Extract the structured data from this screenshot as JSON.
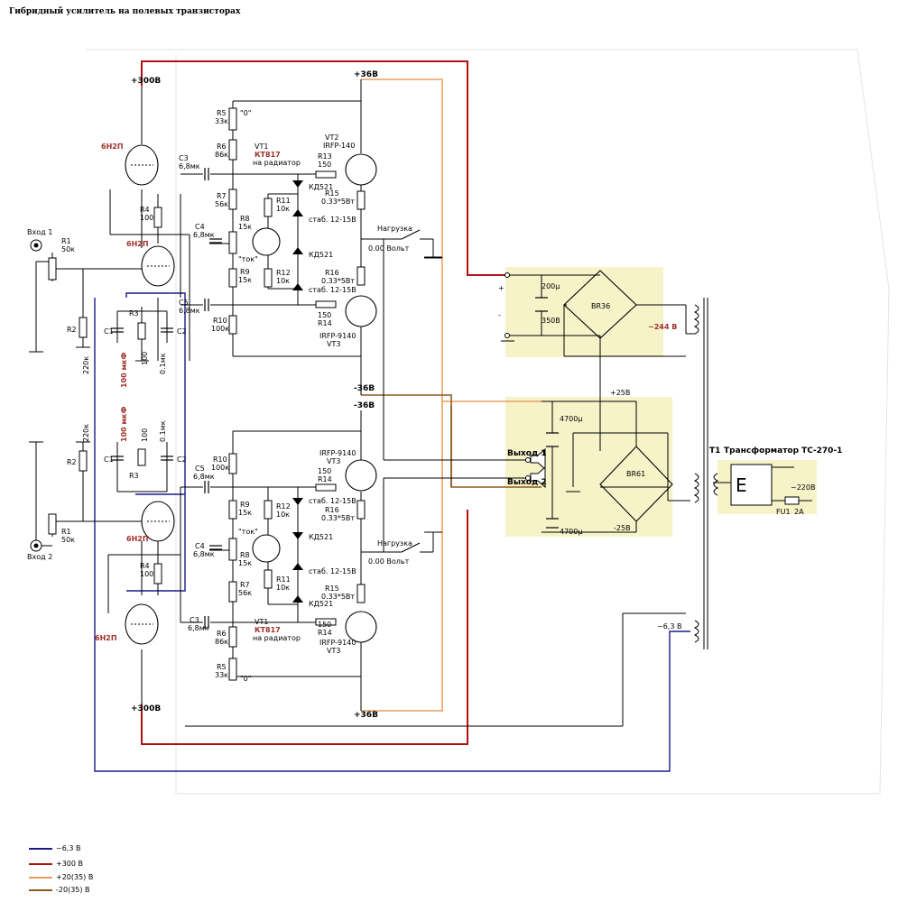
{
  "title": "Гибридный усилитель на полевых транзисторах",
  "colors": {
    "filament": "#1a1a8a",
    "hv": "#b01010",
    "pos": "#e8a060",
    "neg": "#8a5a20",
    "yellow": "#f6f3c8"
  },
  "channel1": {
    "input": "Вход 1",
    "tube1": "6Н2П",
    "tube2": "6Н2П",
    "r1": "R1",
    "r1v": "50к",
    "r2": "R2",
    "r2v": "220к",
    "r3": "R3",
    "r3v": "100",
    "r4": "R4",
    "r4v": "100",
    "c1": "C1",
    "c1v": "100 мкФ",
    "c2": "C2",
    "c2v": "0.1мк",
    "c3": "C3",
    "c3v": "6,8мк",
    "c4": "C4",
    "c4v": "6,8мк",
    "c5": "C5",
    "c5v": "6,8мк",
    "r5": "R5",
    "r5v": "33к",
    "r5z": "\"0\"",
    "r6": "R6",
    "r6v": "86к",
    "r7": "R7",
    "r7v": "56к",
    "r8": "R8",
    "r8v": "15к",
    "r8t": "\"ток\"",
    "r9": "R9",
    "r9v": "15к",
    "r10": "R10",
    "r10v": "100к",
    "r11": "R11",
    "r11v": "10к",
    "r12": "R12",
    "r12v": "10к",
    "r13": "R13",
    "r13v": "150",
    "r14": "R14",
    "r14v": "150",
    "r15": "R15",
    "r15v": "0.33*5Вт",
    "r16": "R16",
    "r16v": "0.33*5Вт",
    "vt1": "VT1",
    "vt1p": "КТ817",
    "vt1n": "на радиатор",
    "vt2": "VT2",
    "vt2p": "IRFP-140",
    "vt3": "VT3",
    "vt3p": "IRFP-9140",
    "d1": "КД521",
    "d2": "КД521",
    "z1": "стаб. 12-15В",
    "z2": "стаб. 12-15В",
    "load": "Нагрузка",
    "zero": "0.00 Вольт",
    "hv": "+300В",
    "vp": "+36В",
    "vn": "-36В"
  },
  "channel2": {
    "input": "Вход 2",
    "tube1": "6Н2П",
    "tube2": "6Н2П",
    "r1": "R1",
    "r1v": "50к",
    "r2": "R2",
    "r2v": "220к",
    "r3": "R3",
    "r3v": "100",
    "r4": "R4",
    "r4v": "100",
    "c1": "C1",
    "c1v": "100 мкФ",
    "c2": "C2",
    "c2v": "0.1мк",
    "c3": "C3",
    "c3v": "6,8мк",
    "c4": "C4",
    "c4v": "6,8мк",
    "c5": "C5",
    "c5v": "6,8мк",
    "r5": "R5",
    "r5v": "33к",
    "r5z": "\"0\"",
    "r6": "R6",
    "r6v": "86к",
    "r7": "R7",
    "r7v": "56к",
    "r8": "R8",
    "r8v": "15к",
    "r8t": "\"ток\"",
    "r9": "R9",
    "r9v": "15к",
    "r10": "R10",
    "r10v": "100к",
    "r11": "R11",
    "r11v": "10к",
    "r12": "R12",
    "r12v": "10к",
    "r14": "R14",
    "r14v": "150",
    "r14b": "R14",
    "r14bv": "150",
    "r15": "R15",
    "r15v": "0.33*5Вт",
    "r16": "R16",
    "r16v": "0.33*5Вт",
    "vt1": "VT1",
    "vt1p": "КТ817",
    "vt1n": "на радиатор",
    "vt3a": "VT3",
    "vt3ap": "IRFP-9140",
    "vt3b": "VT3",
    "vt3bp": "IRFP-9140",
    "d1": "КД521",
    "d2": "КД521",
    "z1": "стаб. 12-15В",
    "z2": "стаб. 12-15В",
    "load": "Нагрузка",
    "zero": "0.00 Вольт",
    "hv": "+300В",
    "vp": "+36В",
    "vn": "-36В"
  },
  "psu": {
    "cap_hv": "200µ",
    "cap_hv_v": "350В",
    "plus": "+",
    "minus": "-",
    "br1": "BR36",
    "ac_hv": "~244 В",
    "pos25": "+25В",
    "neg25": "-25В",
    "cap_a": "4700µ",
    "cap_b": "4700µ",
    "br2": "BR61",
    "out1": "Выход 1",
    "out2": "Выход 2",
    "t1": "T1",
    "transformer": "Трансформатор ТС-270-1",
    "mains": "~220В",
    "fuse": "FU1",
    "fuse_v": "2А",
    "fil": "~6,3 В"
  },
  "legend": [
    {
      "label": "~6,3 В",
      "color": "#1a1a8a"
    },
    {
      "label": "+300 В",
      "color": "#b01010"
    },
    {
      "label": "+20(35) В",
      "color": "#e8a060"
    },
    {
      "label": "-20(35) В",
      "color": "#8a5a20"
    }
  ]
}
